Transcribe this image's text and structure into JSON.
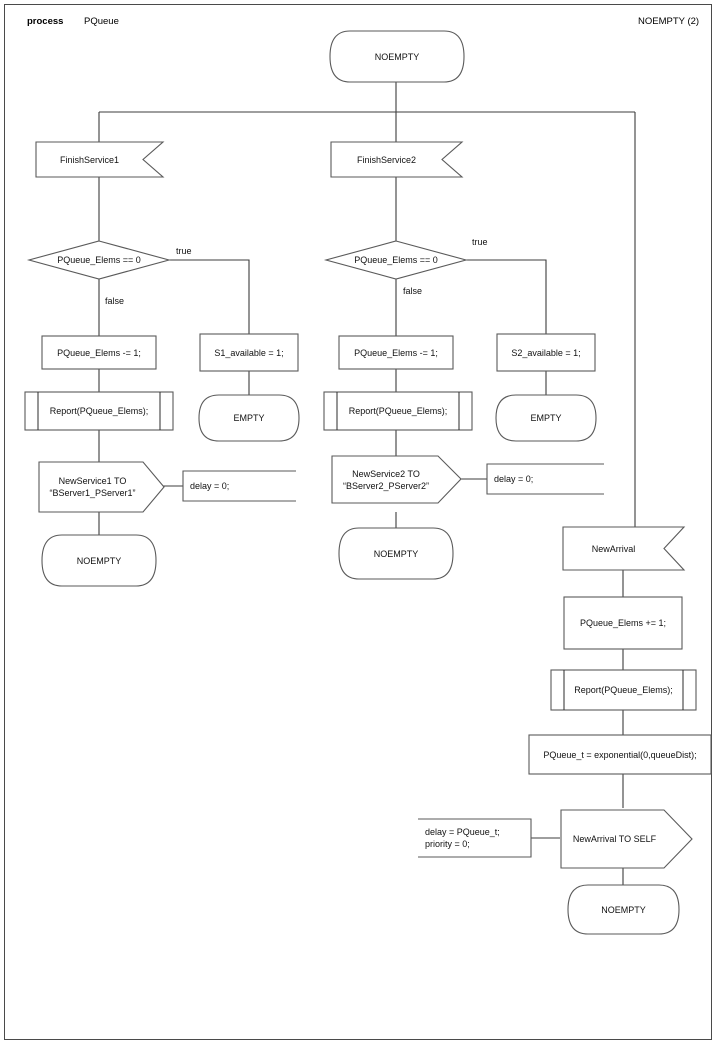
{
  "page": {
    "header_left_bold": "process",
    "header_left_name": "PQueue",
    "header_right": "NOEMPTY (2)"
  },
  "diagram": {
    "type": "sdl-process-flowchart",
    "start_state": "NOEMPTY",
    "branches": [
      {
        "id": "branch-finishservice1",
        "input_signal": "FinishService1",
        "decision": "PQueue_Elems == 0",
        "edge_true": "true",
        "edge_false": "false",
        "false_path": {
          "task": "PQueue_Elems -= 1;",
          "procedure": "Report(PQueue_Elems);",
          "output": "NewService1 TO\n“BServer1_PServer1”",
          "output_comment": "delay = 0;",
          "next_state": "NOEMPTY"
        },
        "true_path": {
          "task": "S1_available = 1;",
          "next_state": "EMPTY"
        }
      },
      {
        "id": "branch-finishservice2",
        "input_signal": "FinishService2",
        "decision": "PQueue_Elems == 0",
        "edge_true": "true",
        "edge_false": "false",
        "false_path": {
          "task": "PQueue_Elems -= 1;",
          "procedure": "Report(PQueue_Elems);",
          "output": "NewService2 TO\n“BServer2_PServer2”",
          "output_comment": "delay = 0;",
          "next_state": "NOEMPTY"
        },
        "true_path": {
          "task": "S2_available = 1;",
          "next_state": "EMPTY"
        }
      },
      {
        "id": "branch-newarrival",
        "input_signal": "NewArrival",
        "task_increment": "PQueue_Elems += 1;",
        "procedure": "Report(PQueue_Elems);",
        "task_sample": "PQueue_t = exponential(0,queueDist);",
        "output": "NewArrival TO SELF",
        "output_comment": "delay = PQueue_t;\npriority = 0;",
        "next_state": "NOEMPTY"
      }
    ]
  }
}
